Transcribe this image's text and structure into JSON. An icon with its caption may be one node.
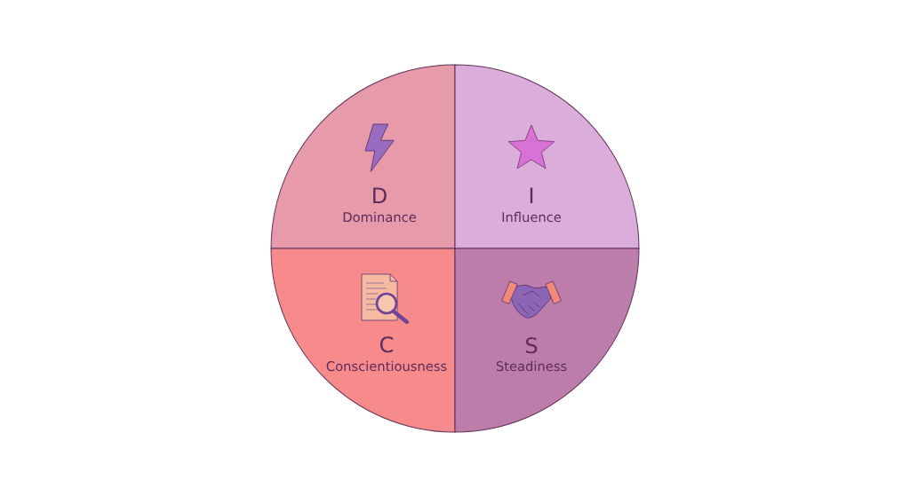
{
  "diagram": {
    "nodes": [
      {
        "text": [
          "D",
          "Dominance"
        ]
      },
      {
        "text": [
          "I",
          "Influence"
        ]
      },
      {
        "text": [
          "C",
          "Conscientiousness"
        ]
      },
      {
        "text": [
          "S",
          "Steadiness"
        ]
      }
    ]
  }
}
